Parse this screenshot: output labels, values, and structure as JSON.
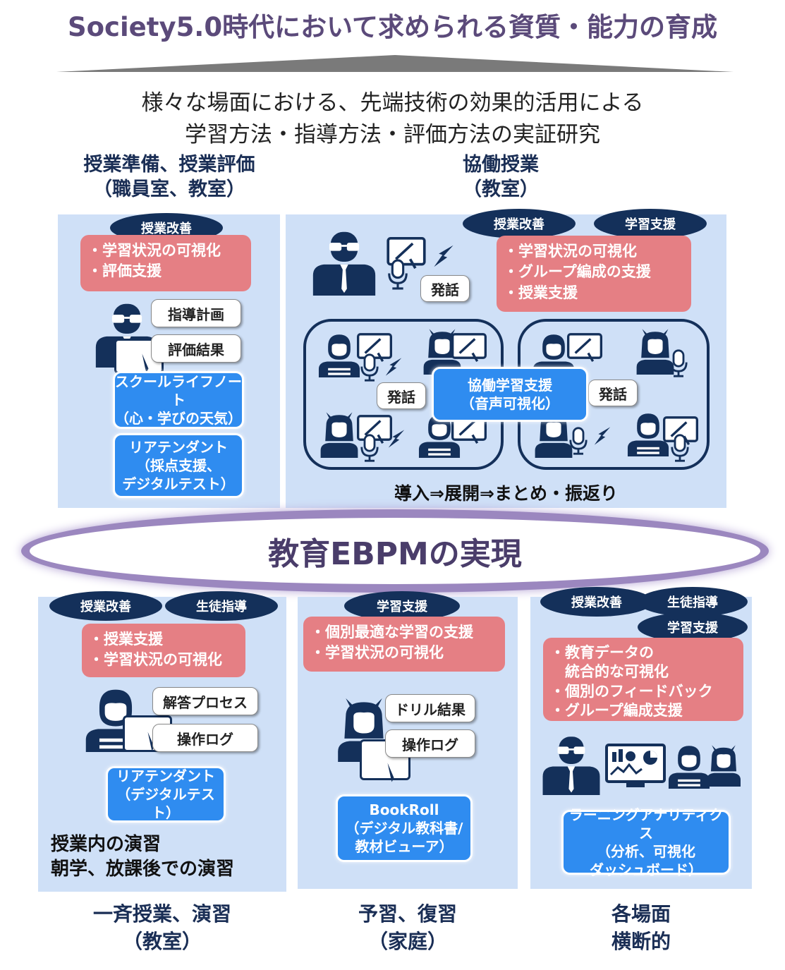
{
  "title": "Society5.0時代において求められる資質・能力の育成",
  "subtitle": {
    "line1": "様々な場面における、先端技術の効果的活用による",
    "line2": "学習方法・指導方法・評価方法の実証研究"
  },
  "center": {
    "label": "教育EBPMの実現"
  },
  "sections": {
    "prep": {
      "heading1": "授業準備、授業評価",
      "heading2": "（職員室、教室）",
      "pill": "授業改善",
      "points": [
        "・学習状況の可視化",
        "・評価支援"
      ],
      "tags": [
        "指導計画",
        "評価結果"
      ],
      "tool1": [
        "スクールライフノート",
        "（心・学びの天気）"
      ],
      "tool2": [
        "リアテンダント",
        "（採点支援、",
        "デジタルテスト）"
      ]
    },
    "collab": {
      "heading1": "協働授業",
      "heading2": "（教室）",
      "pills": [
        "授業改善",
        "学習支援"
      ],
      "points": [
        "・学習状況の可視化",
        "・グループ編成の支援",
        "・授業支援"
      ],
      "speech": "発話",
      "center_tool": [
        "協働学習支援",
        "（音声可視化）"
      ],
      "flow": "導入⇒展開⇒まとめ・振返り"
    },
    "lesson": {
      "pills": [
        "授業改善",
        "生徒指導"
      ],
      "points": [
        "・授業支援",
        "・学習状況の可視化"
      ],
      "tags": [
        "解答プロセス",
        "操作ログ"
      ],
      "tool": [
        "リアテンダント",
        "（デジタルテスト）"
      ],
      "note": [
        "授業内の演習",
        "朝学、放課後での演習"
      ],
      "label1": "一斉授業、演習",
      "label2": "（教室）"
    },
    "home": {
      "pill": "学習支援",
      "points": [
        "・個別最適な学習の支援",
        "・学習状況の可視化"
      ],
      "tags": [
        "ドリル結果",
        "操作ログ"
      ],
      "tool": [
        "BookRoll",
        "（デジタル教科書/",
        "教材ビューア）"
      ],
      "label1": "予習、復習",
      "label2": "（家庭）"
    },
    "cross": {
      "pills": [
        "授業改善",
        "生徒指導",
        "学習支援"
      ],
      "points": [
        "・教育データの",
        "　統合的な可視化",
        "・個別のフィードバック",
        "・グループ編成支援"
      ],
      "tool": [
        "ラーニングアナリティクス",
        "（分析、可視化",
        "ダッシュボード）"
      ],
      "label1": "各場面",
      "label2": "横断的"
    }
  },
  "colors": {
    "navy": "#14305a",
    "panel": "#cfe0f7",
    "red": "#e57f84",
    "blue": "#2f8cf0",
    "purple": "#9b87bf"
  }
}
